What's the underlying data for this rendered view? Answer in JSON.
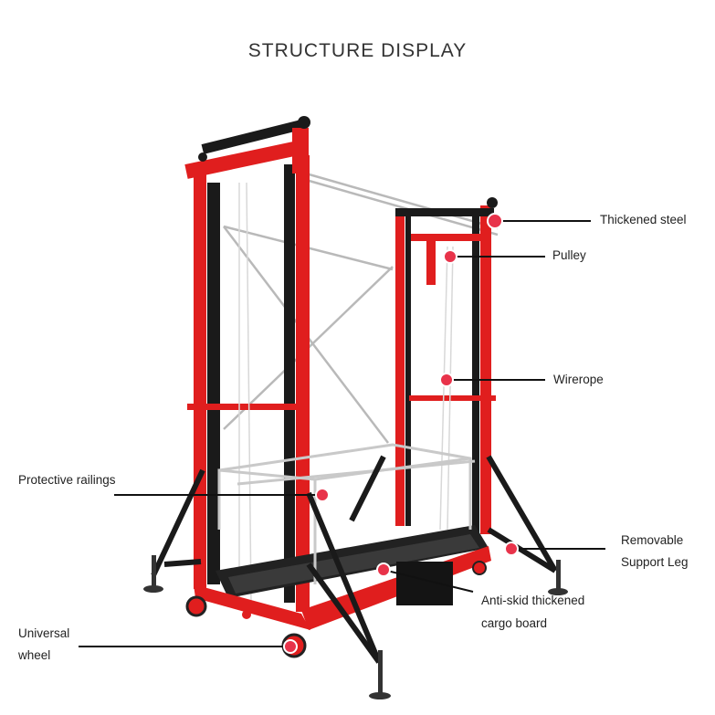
{
  "title": "STRUCTURE DISPLAY",
  "labels": {
    "thickened_steel": "Thickened steel",
    "pulley": "Pulley",
    "wirerope": "Wirerope",
    "protective_railings": "Protective railings",
    "removable_support_leg_1": "Removable",
    "removable_support_leg_2": "Support Leg",
    "cargo_board_1": "Anti-skid thickened",
    "cargo_board_2": "cargo board",
    "universal_wheel_1": "Universal",
    "universal_wheel_2": "wheel"
  },
  "colors": {
    "frame_red": "#e01e1e",
    "frame_black": "#1a1a1a",
    "marker": "#e8334a"
  }
}
